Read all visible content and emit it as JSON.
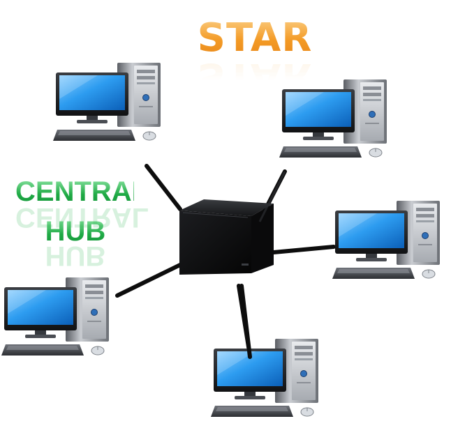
{
  "title": "STAR",
  "hub_label": {
    "line1": "CENTRAL",
    "line2": "HUB"
  },
  "colors": {
    "title": "#f39a25",
    "hub_label": "#1faa45",
    "cable": "#0d0d0d",
    "screen": "#1e88e5"
  },
  "icons": [
    "desktop-computer-icon",
    "hub-device-icon"
  ],
  "nodes": [
    {
      "name": "computer-top-left"
    },
    {
      "name": "computer-top-right"
    },
    {
      "name": "computer-right"
    },
    {
      "name": "computer-bottom"
    },
    {
      "name": "computer-left"
    }
  ]
}
